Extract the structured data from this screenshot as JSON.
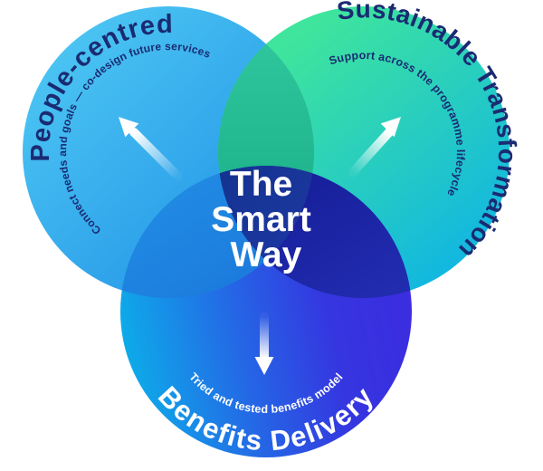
{
  "venn": {
    "center": {
      "line1": "The",
      "line2": "Smart",
      "line3": "Way"
    },
    "circles": [
      {
        "id": "people-centred",
        "label": "People-centred",
        "sublabel": "Connect needs and goals — co-design future services",
        "color_start": "#4DC7F3",
        "color_end": "#1F90E6"
      },
      {
        "id": "sustainable-transformation",
        "label": "Sustainable Transformation",
        "sublabel": "Support across the programme lifecycle",
        "color_start": "#3FE59C",
        "color_end": "#0CB1E9"
      },
      {
        "id": "benefits-delivery",
        "label": "Benefits Delivery",
        "sublabel": "Tried and tested benefits model",
        "color_start": "#0EA9E9",
        "color_mid1": "#2565E5",
        "color_mid2": "#3536E0",
        "color_end": "#3A2EE0"
      }
    ],
    "overlaps": {
      "top": {
        "start": "#2EC59C",
        "end": "#17AB84"
      },
      "left": {
        "start": "#2089E2",
        "end": "#1971D9"
      },
      "right": {
        "start": "#18209C",
        "end": "#2531B8"
      },
      "center": {
        "start": "#143390",
        "end": "#2039A8"
      }
    },
    "colors": {
      "navy_text": "#1A2B72",
      "white_text": "#FFFFFF",
      "arrow": "#FFFFFF",
      "background": "#FFFFFF"
    },
    "icons": {
      "arrow_up_left": "arrow pointing outward to upper-left",
      "arrow_up_right": "arrow pointing outward to upper-right",
      "arrow_down": "arrow pointing outward to bottom"
    }
  }
}
